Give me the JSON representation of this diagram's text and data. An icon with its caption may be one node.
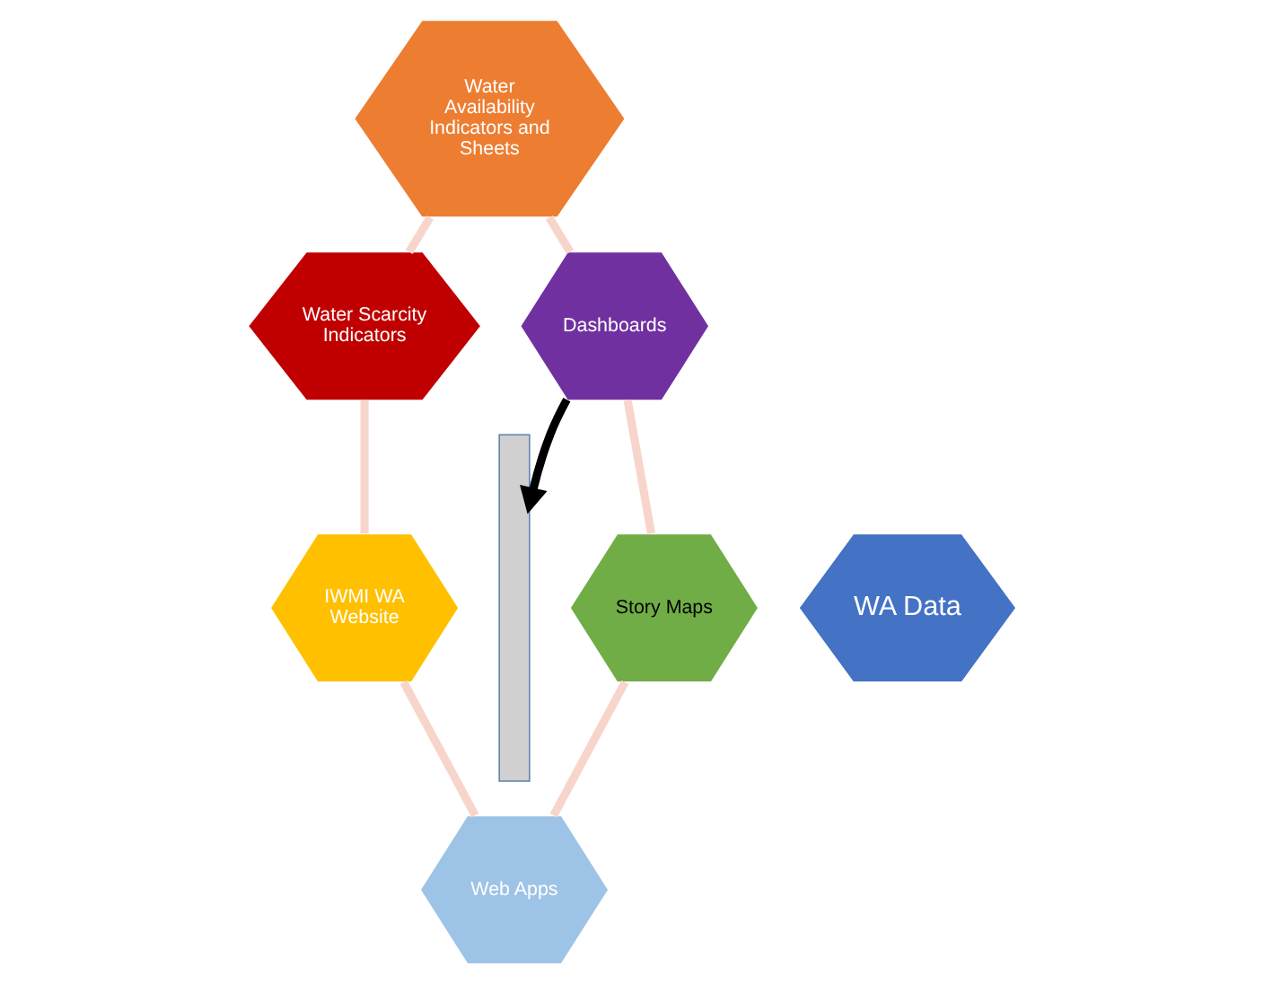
{
  "diagram": {
    "nodes": [
      {
        "text": [
          "Water Availability Indicators and Sheets"
        ]
      },
      {
        "text": [
          "Dashboards"
        ]
      },
      {
        "text": [
          "Water Scarcity Indicators"
        ]
      },
      {
        "text": [
          "WA Data"
        ]
      },
      {
        "text": [
          "Story Maps"
        ]
      },
      {
        "text": [
          "IWMI WA Website"
        ]
      },
      {
        "text": [
          "Web Apps"
        ]
      },
      {
        "text": [],
        "shape": "box"
      }
    ],
    "edges": [
      {
        "from": 1,
        "to": 0,
        "arrow": "none"
      },
      {
        "from": 0,
        "to": 2,
        "arrow": "none"
      },
      {
        "from": 2,
        "to": 5,
        "arrow": "none"
      },
      {
        "from": 5,
        "to": 6,
        "arrow": "none"
      },
      {
        "from": 6,
        "to": 4,
        "arrow": "none"
      },
      {
        "from": 4,
        "to": 1,
        "arrow": "none"
      },
      {
        "from": 1,
        "to": 7,
        "arrow": "to",
        "color": "#000000"
      }
    ]
  }
}
